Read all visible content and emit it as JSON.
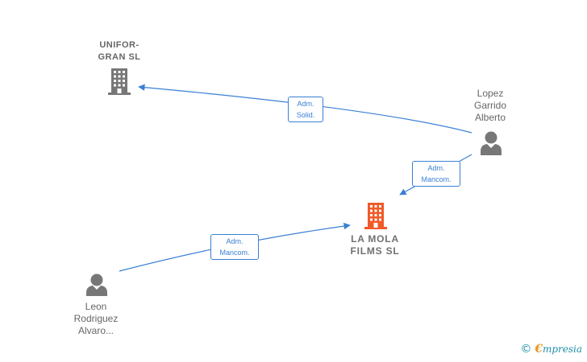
{
  "colors": {
    "edge": "#3a7fd5",
    "company_icon": "#777777",
    "main_company_icon": "#f05a28",
    "person_icon": "#777777"
  },
  "nodes": {
    "unifor_gran": {
      "label": "UNIFOR-\nGRAN SL",
      "icon": "building-icon"
    },
    "la_mola": {
      "label": "LA MOLA\nFILMS  SL",
      "icon": "building-icon"
    },
    "lopez": {
      "label": "Lopez\nGarrido\nAlberto",
      "icon": "person-icon"
    },
    "leon": {
      "label": "Leon\nRodriguez\nAlvaro...",
      "icon": "person-icon"
    }
  },
  "edges": {
    "lopez_unifor": {
      "label": "Adm.\nSolid."
    },
    "lopez_lamola": {
      "label": "Adm.\nMancom."
    },
    "leon_lamola": {
      "label": "Adm.\nMancom."
    }
  },
  "watermark": {
    "copyright": "©",
    "brand_initial": "€",
    "brand_rest": "mpresia"
  }
}
